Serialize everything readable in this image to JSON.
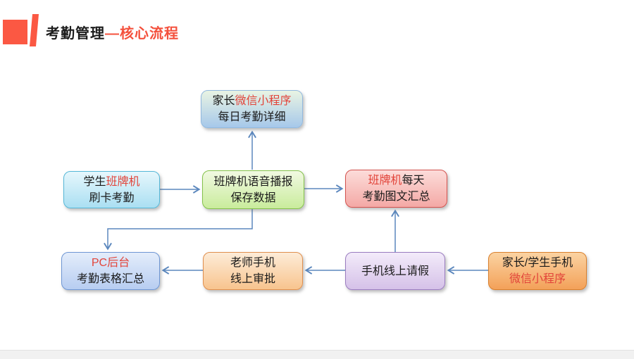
{
  "header": {
    "title_black": "考勤管理",
    "title_red": "—核心流程"
  },
  "colors": {
    "accent_red": "#fb5843",
    "title_red": "#f4503c",
    "node_text_red": "#e2443a",
    "arrow_blue": "#5b87bd"
  },
  "nodes": {
    "parent_mini": {
      "l1a": "家长",
      "l1b": "微信小程序",
      "l2": "每日考勤详细",
      "style": {
        "bg_top": "#e9f4e3",
        "bg_bottom": "#a6c8ea",
        "border": "#92b9de"
      }
    },
    "student_card": {
      "l1a": "学生",
      "l1b": "班牌机",
      "l2": "刷卡考勤",
      "style": {
        "bg_top": "#e6f7fc",
        "bg_bottom": "#aadff2",
        "border": "#56b8d8"
      }
    },
    "voice_broadcast": {
      "l1": "班牌机语音播报",
      "l2": "保存数据",
      "style": {
        "bg_top": "#f1f9e2",
        "bg_bottom": "#c9ec9c",
        "border": "#84c24a"
      }
    },
    "board_daily": {
      "l1a": "班牌机",
      "l1b": "每天",
      "l2": "考勤图文汇总",
      "style": {
        "bg_top": "#fcdcda",
        "bg_bottom": "#f4a9a6",
        "border": "#d4524e"
      }
    },
    "pc_backend": {
      "l1": "PC后台",
      "l2": "考勤表格汇总",
      "style": {
        "bg_top": "#e4edfb",
        "bg_bottom": "#b7cdf1",
        "border": "#6e96d4"
      }
    },
    "teacher_phone": {
      "l1": "老师手机",
      "l2": "线上审批",
      "style": {
        "bg_top": "#fdecd8",
        "bg_bottom": "#f8c48e",
        "border": "#e08f4e"
      }
    },
    "leave_online": {
      "l1": "手机线上请假",
      "style": {
        "bg_top": "#f3ebfa",
        "bg_bottom": "#d5c1e8",
        "border": "#9a7cc0"
      }
    },
    "parent_phone": {
      "l1": "家长/学生手机",
      "l2": "微信小程序",
      "style": {
        "bg_top": "#fbd3a2",
        "bg_bottom": "#f3a159",
        "border": "#d9802e"
      }
    }
  },
  "edges": [
    {
      "from": "student_card",
      "to": "voice_broadcast"
    },
    {
      "from": "voice_broadcast",
      "to": "parent_mini"
    },
    {
      "from": "voice_broadcast",
      "to": "board_daily"
    },
    {
      "from": "voice_broadcast",
      "to": "pc_backend"
    },
    {
      "from": "parent_phone",
      "to": "leave_online"
    },
    {
      "from": "leave_online",
      "to": "teacher_phone"
    },
    {
      "from": "leave_online",
      "to": "board_daily"
    },
    {
      "from": "teacher_phone",
      "to": "pc_backend"
    }
  ]
}
